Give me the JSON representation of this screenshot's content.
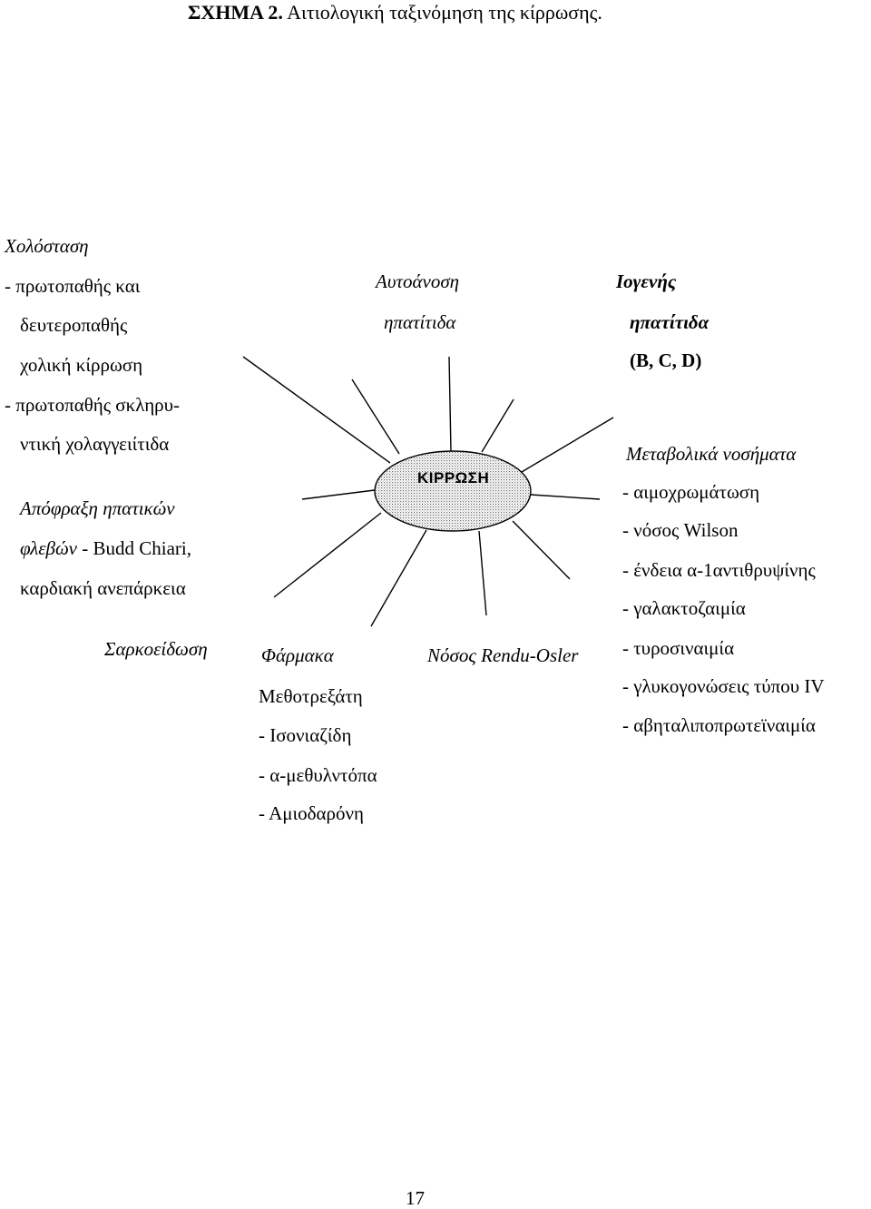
{
  "title": {
    "prefix": "ΣΧΗΜΑ  2.",
    "text": "Αιτιολογική ταξινόμηση της κίρρωσης."
  },
  "center": "ΚΙΡΡΩΣΗ",
  "groups": {
    "cholestasis": {
      "heading": "Χολόσταση",
      "lines": [
        "- πρωτοπαθής και",
        "δευτεροπαθής",
        "χολική κίρρωση",
        "- πρωτοπαθής σκληρυ-",
        "ντική χολαγγειίτιδα"
      ]
    },
    "venous": {
      "line1": "Απόφραξη ηπατικών",
      "line2_italic": "φλεβών",
      "line2_rest": " - Budd Chiari,",
      "line3": "καρδιακή ανεπάρκεια"
    },
    "sarcoidosis": "Σαρκοείδωση",
    "autoimmune": {
      "line1": "Αυτοάνοση",
      "line2": "ηπατίτιδα"
    },
    "viral": {
      "line1": "Ιογενής",
      "line2": "ηπατίτιδα",
      "line3": "(B, C, D)"
    },
    "metabolic": {
      "heading": "Μεταβολικά νοσήματα",
      "items": [
        "- αιμοχρωμάτωση",
        "- νόσος Wilson",
        "- ένδεια α-1αντιθρυψίνης",
        "- γαλακτοζαιμία",
        "- τυροσιναιμία",
        "- γλυκογονώσεις τύπου IV",
        "- αβηταλιποπρωτεϊναιμία"
      ]
    },
    "drugs": {
      "heading": "Φάρμακα",
      "items": [
        "Μεθοτρεξάτη",
        "- Ισονιαζίδη",
        "- α-μεθυλντόπα",
        "- Αμιοδαρόνη"
      ]
    },
    "rendu": "Νόσος Rendu-Osler"
  },
  "page_number": "17"
}
